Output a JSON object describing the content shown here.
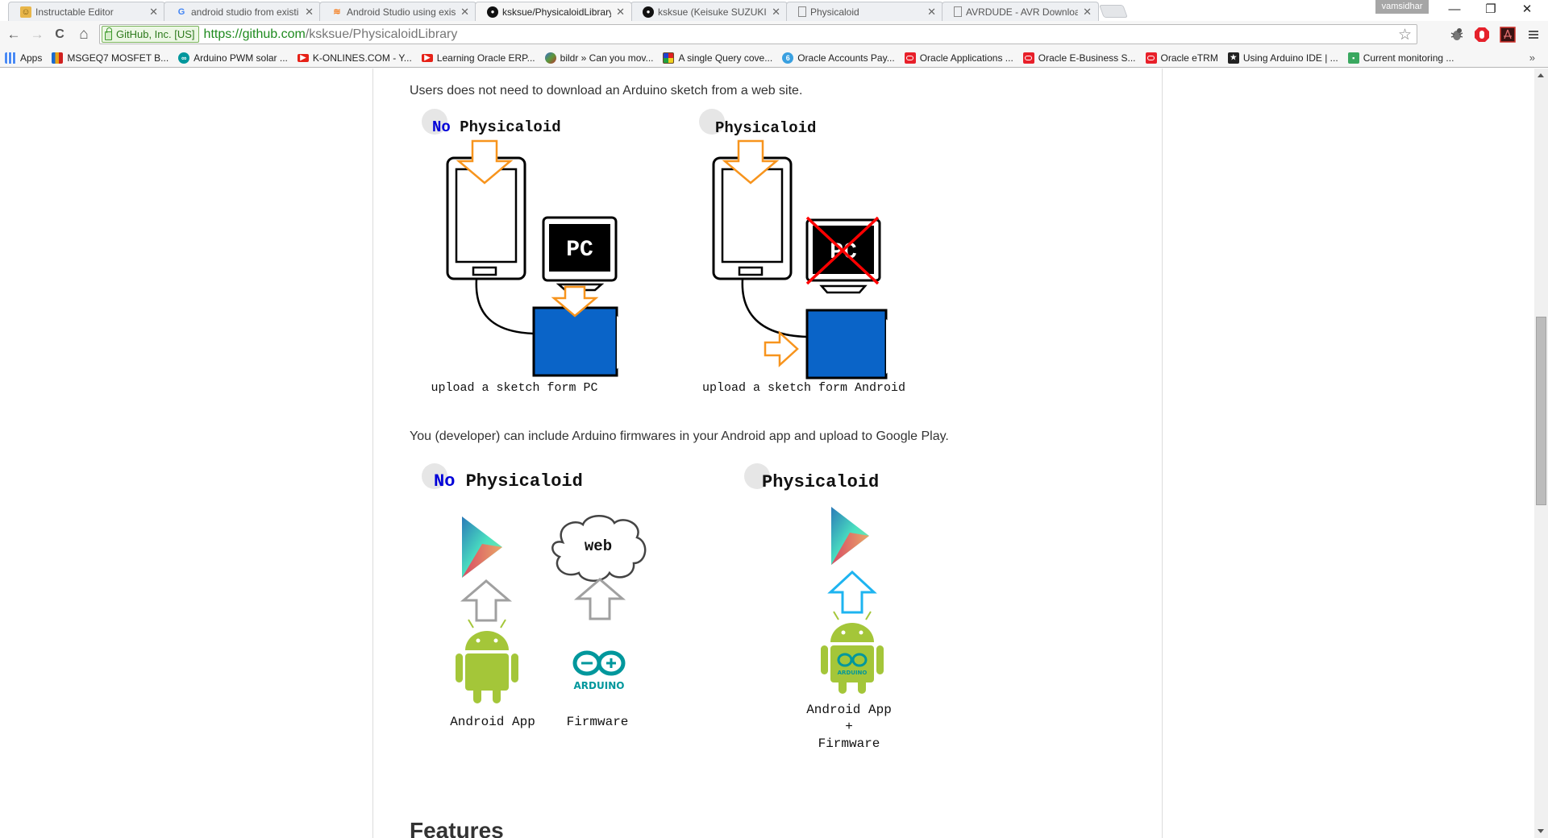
{
  "browser": {
    "tabs": [
      {
        "title": "Instructable Editor",
        "icon": "instructables-robot-icon",
        "active": false
      },
      {
        "title": "android studio from existi",
        "icon": "google-icon",
        "active": false
      },
      {
        "title": "Android Studio using exist",
        "icon": "stackoverflow-icon",
        "active": false
      },
      {
        "title": "ksksue/PhysicaloidLibrary:",
        "icon": "github-icon",
        "active": true
      },
      {
        "title": "ksksue (Keisuke SUZUKI) ·",
        "icon": "github-icon",
        "active": false
      },
      {
        "title": "Physicaloid",
        "icon": "page-icon",
        "active": false
      },
      {
        "title": "AVRDUDE - AVR Downloa",
        "icon": "page-icon",
        "active": false
      }
    ],
    "tab_close": "✕",
    "profile_name": "vamsidhar",
    "window_controls": {
      "minimize": "—",
      "restore": "❐",
      "close": "✕"
    },
    "nav": {
      "back": "←",
      "forward": "→",
      "reload": "C",
      "home": "⌂"
    },
    "address_bar": {
      "ev_label": "GitHub, Inc. [US]",
      "scheme_host": "https://github.com",
      "path": "/ksksue/PhysicaloidLibrary"
    },
    "bookmarks": [
      {
        "label": "Apps",
        "icon": "apps-grid-icon",
        "color": "#4a8af4"
      },
      {
        "label": "MSGEQ7 MOSFET B...",
        "icon": "shopping-bag-icon",
        "color": "#e8a317"
      },
      {
        "label": "Arduino PWM solar ...",
        "icon": "arduino-icon",
        "color": "#00979c"
      },
      {
        "label": "K-ONLINES.COM - Y...",
        "icon": "youtube-icon",
        "color": "#e62117"
      },
      {
        "label": "Learning Oracle ERP...",
        "icon": "youtube-icon",
        "color": "#e62117"
      },
      {
        "label": "bildr » Can you mov...",
        "icon": "bildr-icon",
        "color": "#5a7a3a"
      },
      {
        "label": "A single Query cove...",
        "icon": "colorful-square-icon",
        "color": "#c04020"
      },
      {
        "label": "Oracle Accounts Pay...",
        "icon": "circle-6-icon",
        "color": "#3aa0e0"
      },
      {
        "label": "Oracle Applications ...",
        "icon": "oracle-icon",
        "color": "#e8202a"
      },
      {
        "label": "Oracle E-Business S...",
        "icon": "oracle-icon",
        "color": "#e8202a"
      },
      {
        "label": "Oracle eTRM",
        "icon": "oracle-icon",
        "color": "#e8202a"
      },
      {
        "label": "Using Arduino IDE | ...",
        "icon": "star-badge-icon",
        "color": "#222222"
      },
      {
        "label": "Current monitoring ...",
        "icon": "green-chip-icon",
        "color": "#3aa860"
      }
    ],
    "bookmarks_overflow": "»"
  },
  "page": {
    "intro_text": "Users does not need to download an Arduino sketch from a web site.",
    "diagram1": {
      "left": {
        "title_no": "No",
        "title": "Physicaloid",
        "caption": "upload a sketch form PC",
        "pc_label": "PC"
      },
      "right": {
        "title": "Physicaloid",
        "caption": "upload a sketch form Android",
        "pc_label": "PC"
      }
    },
    "dev_text": "You (developer) can include Arduino firmwares in your Android app and upload to Google Play.",
    "diagram2": {
      "left": {
        "title_no": "No",
        "title": "Physicaloid",
        "cloud_label": "web",
        "caption_app": "Android App",
        "caption_fw": "Firmware",
        "arduino_label": "ARDUINO"
      },
      "right": {
        "title": "Physicaloid",
        "caption": "Android App\n+\nFirmware",
        "arduino_label": "ARDUINO"
      }
    },
    "features_heading": "Features"
  },
  "colors": {
    "orange_arrow": "#f7941d",
    "board_blue": "#0a64c8",
    "android_green": "#a4c639",
    "arduino_teal": "#00979c",
    "cross_red": "#ff0000",
    "up_arrow_blue": "#1eb4f0",
    "up_arrow_gray": "#a0a0a0",
    "no_blue": "#0000d8"
  }
}
